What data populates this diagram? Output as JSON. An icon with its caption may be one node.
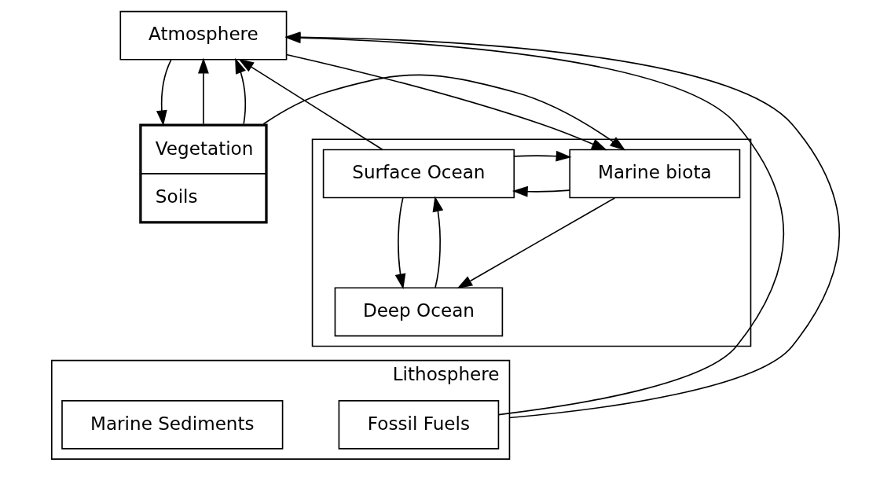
{
  "diagram": {
    "nodes": [
      {
        "text": [
          "Atmosphere"
        ]
      },
      {
        "text": [
          "Vegetation",
          "Soils"
        ]
      },
      {
        "text": [],
        "shape": "box"
      },
      {
        "text": [
          "Marine biota"
        ],
        "in": 2
      },
      {
        "text": [
          "Surface Ocean"
        ],
        "in": 2
      },
      {
        "text": [
          "Deep Ocean"
        ],
        "in": 2
      },
      {
        "text": [
          "Lithosphere"
        ]
      },
      {
        "text": [
          "Fossil Fuels"
        ],
        "in": 6
      },
      {
        "text": [
          "Marine Sediments"
        ],
        "in": 6
      }
    ],
    "edges": [
      {
        "from": 1,
        "to": 0,
        "arrow": "to"
      },
      {
        "from": 1,
        "to": 0,
        "arrow": "to"
      },
      {
        "from": 0,
        "to": 1,
        "arrow": "to"
      },
      {
        "from": 1,
        "to": 3,
        "arrow": "to"
      },
      {
        "from": 4,
        "to": 0,
        "arrow": "to"
      },
      {
        "from": 0,
        "to": 3,
        "arrow": "to"
      },
      {
        "from": 3,
        "to": 4,
        "arrow": "to"
      },
      {
        "from": 4,
        "to": 3,
        "arrow": "to"
      },
      {
        "from": 4,
        "to": 5,
        "arrow": "to"
      },
      {
        "from": 5,
        "to": 4,
        "arrow": "to"
      },
      {
        "from": 3,
        "to": 5,
        "arrow": "to"
      },
      {
        "from": 7,
        "to": 0,
        "arrow": "to"
      },
      {
        "from": 6,
        "to": 0,
        "arrow": "to"
      }
    ]
  }
}
